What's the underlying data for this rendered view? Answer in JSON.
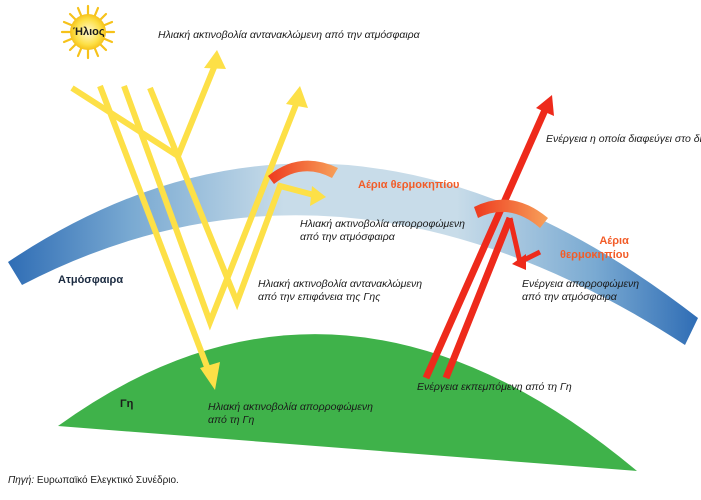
{
  "labels": {
    "sun": "Ήλιος",
    "reflected_by_atmosphere": "Ηλιακή ακτινοβολία αντανακλώμενη από την ατμόσφαιρα",
    "escapes_to_space": "Ενέργεια η οποία διαφεύγει στο διάστημα",
    "greenhouse_gases_1": "Αέρια θερμοκηπίου",
    "absorbed_by_atmosphere": [
      "Ηλιακή ακτινοβολία απορροφώμενη",
      "από την ατμόσφαιρα"
    ],
    "greenhouse_gases_2": [
      "Αέρια",
      "θερμοκηπίου"
    ],
    "atmosphere": "Ατμόσφαιρα",
    "reflected_by_surface": [
      "Ηλιακή ακτινοβολία αντανακλώμενη",
      "από την επιφάνεια της Γης"
    ],
    "energy_absorbed_by_atmosphere": [
      "Ενέργεια απορροφώμενη",
      "από την ατμόσφαιρα"
    ],
    "earth": "Γη",
    "absorbed_by_earth": [
      "Ηλιακή ακτινοβολία απορροφώμενη",
      "από τη Γη"
    ],
    "emitted_by_earth": "Ενέργεια εκπεμπόμενη από τη Γη",
    "source_prefix": "Πηγή:",
    "source_text": " Ευρωπαϊκό Ελεγκτικό Συνέδριο."
  },
  "colors": {
    "solar_arrow": "#fde047",
    "heat_arrow": "#ee2a1b",
    "greenhouse_arrow": "#f36a2b",
    "atmosphere_outer": "#2f6db5",
    "atmosphere_inner": "#c8dce9",
    "earth": "#3fb24a"
  }
}
